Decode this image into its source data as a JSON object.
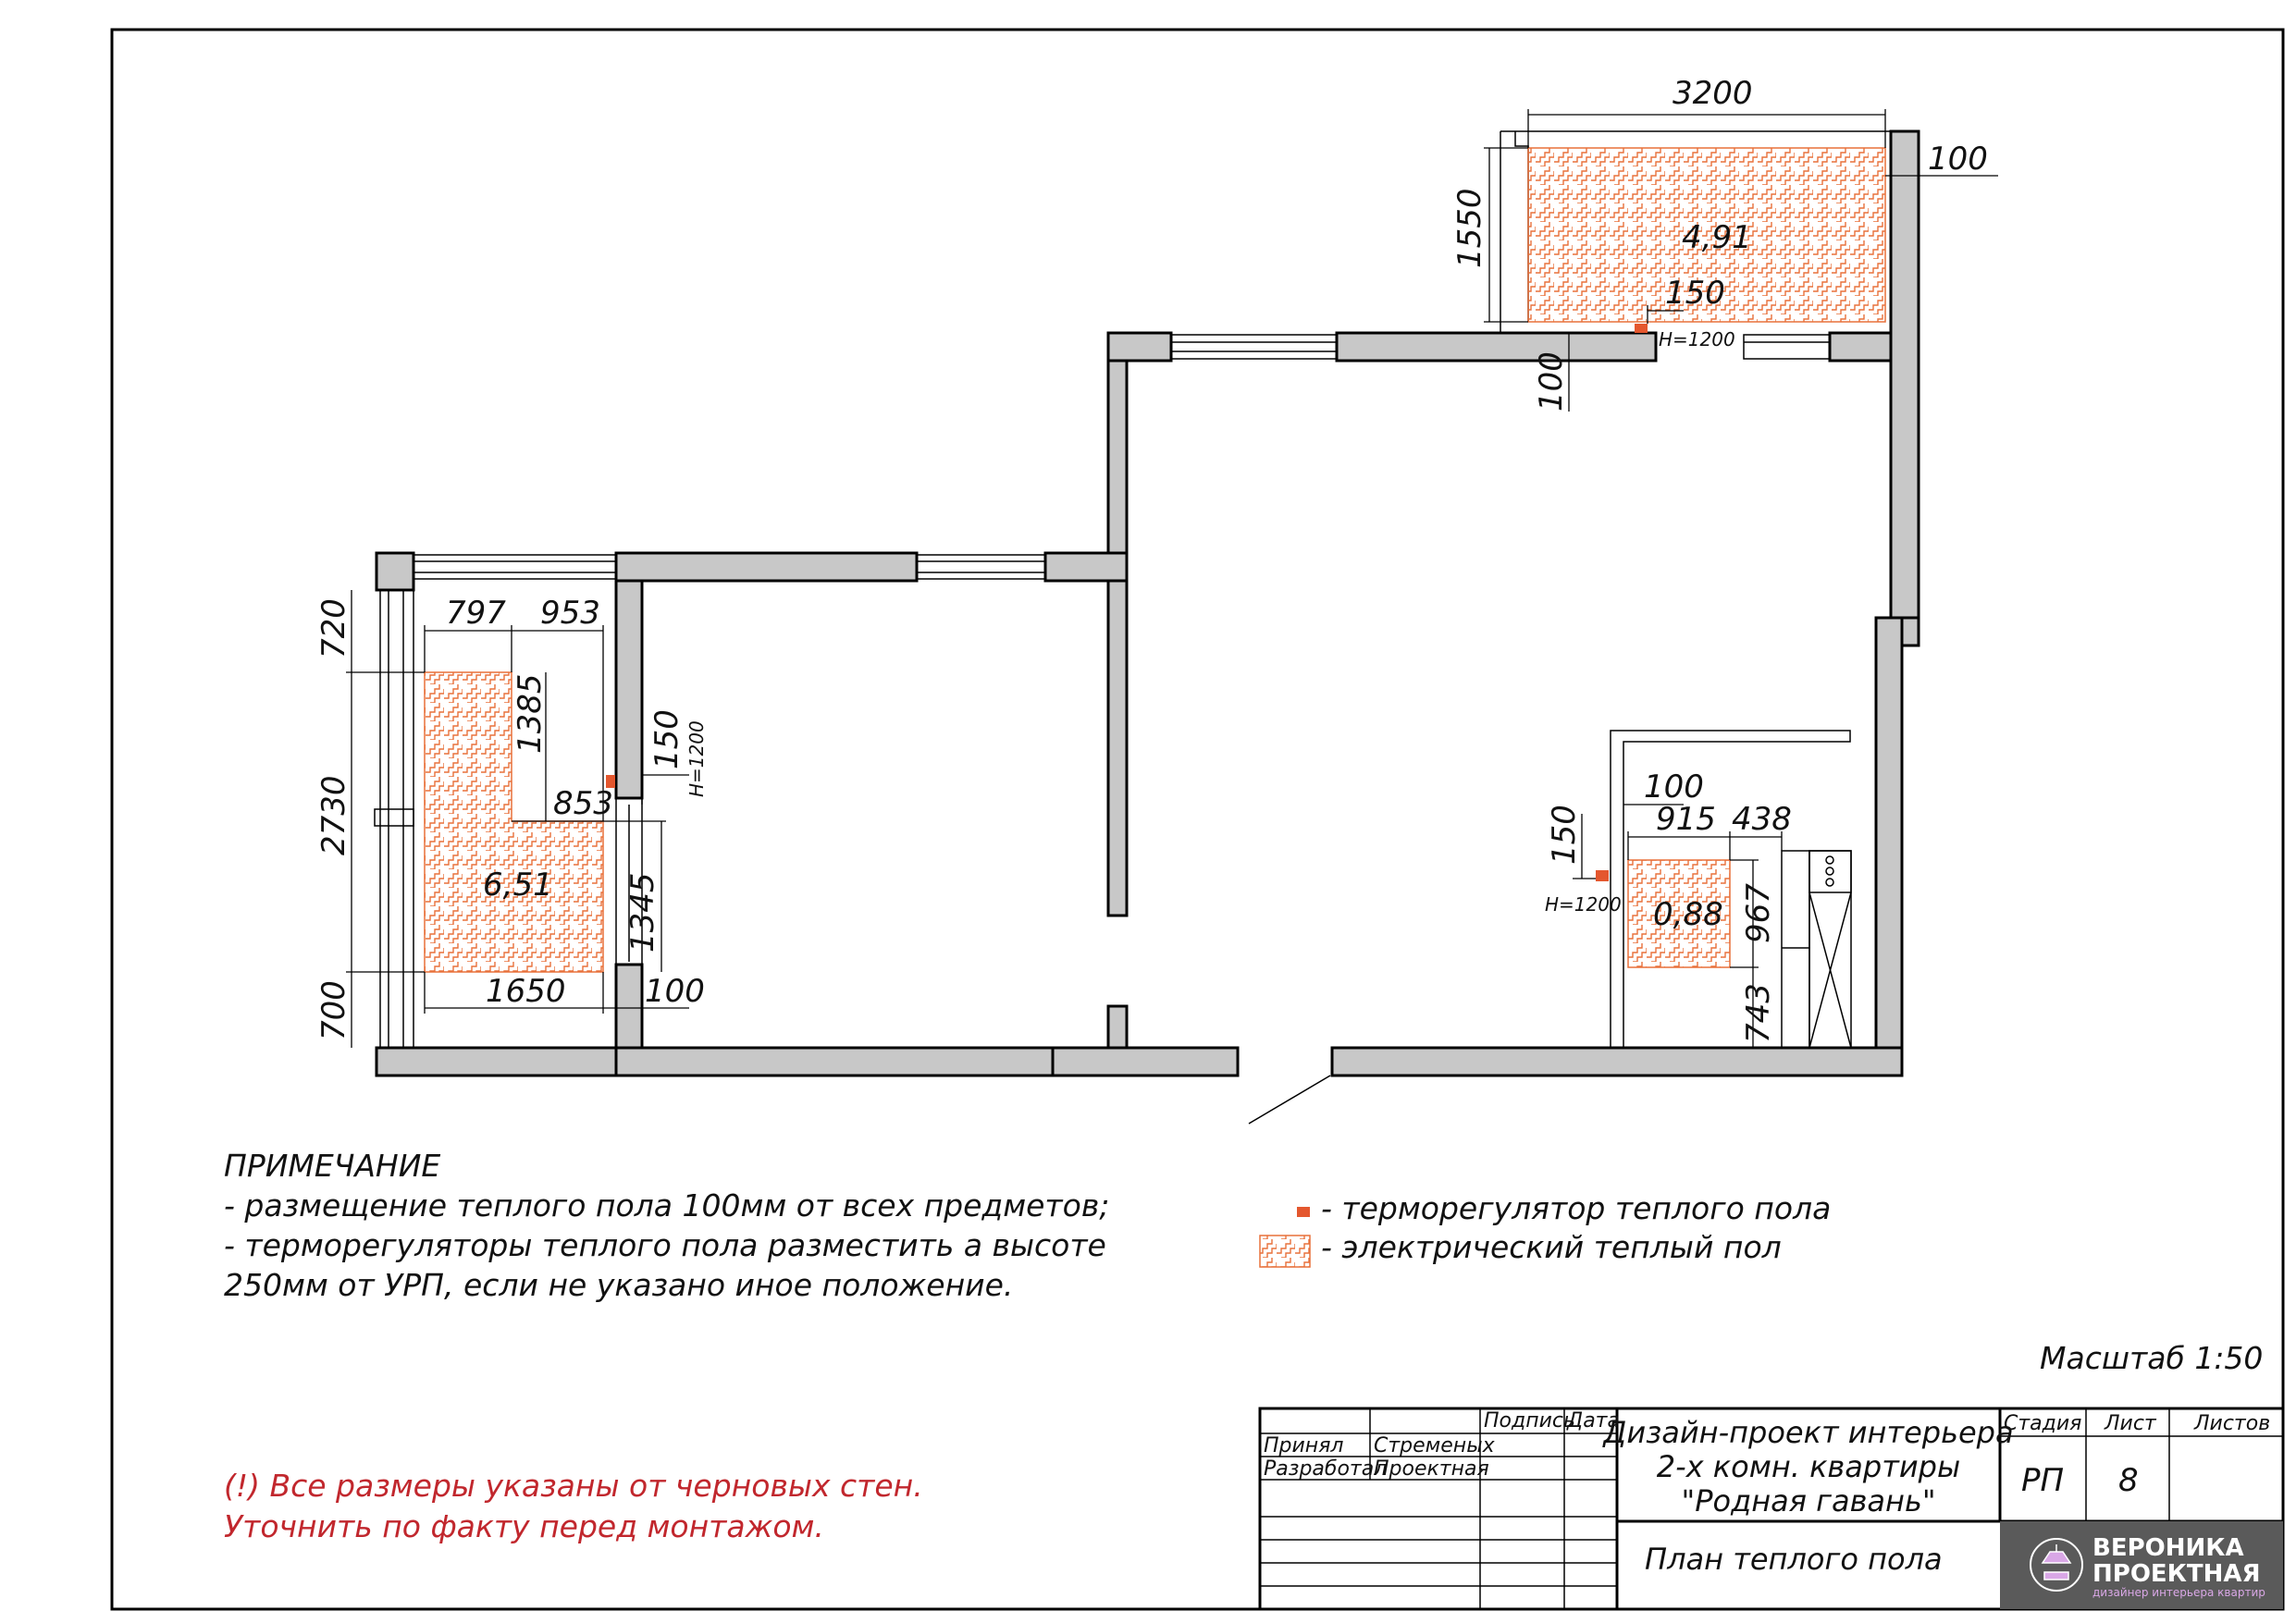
{
  "plan": {
    "areas": {
      "balcony": "4,91",
      "living_room": "6,51",
      "bathroom": "0,88"
    },
    "dimensions": {
      "balcony_width": "3200",
      "balcony_height": "1550",
      "balcony_gap_right": "100",
      "balcony_gap_bottom": "100",
      "balcony_thermostat_offset": "150",
      "balcony_thermostat_height": "H=1200",
      "left_top": "720",
      "left_middle": "2730",
      "left_bottom": "700",
      "left_w1": "797",
      "left_w2": "953",
      "left_notch_h": "1385",
      "left_notch_w": "853",
      "left_lower_h": "1345",
      "left_bottom_w": "1650",
      "left_gap_right": "100",
      "left_thermostat_offset": "150",
      "left_thermostat_height": "H=1200",
      "bath_gap_top": "100",
      "bath_w1": "915",
      "bath_w2": "438",
      "bath_h1": "967",
      "bath_h2": "743",
      "bath_thermostat_offset": "150",
      "bath_thermostat_height": "H=1200"
    }
  },
  "notes": {
    "title": "ПРИМЕЧАНИЕ",
    "line1": "- размещение теплого пола 100мм от всех предметов;",
    "line2": "- терморегуляторы теплого пола разместить а высоте",
    "line3": "250мм от УРП, если не указано иное положение."
  },
  "legend": {
    "thermostat": "- терморегулятор теплого пола",
    "heated_floor": "- электрический теплый пол"
  },
  "warning": {
    "line1": "(!) Все размеры указаны от черновых стен.",
    "line2": "Уточнить по факту перед монтажом."
  },
  "scale": "Масштаб 1:50",
  "title_block": {
    "col_signature": "Подпись",
    "col_date": "Дата",
    "row1_role": "Принял",
    "row1_name": "Стременых",
    "row2_role": "Разработал",
    "row2_name": "Проектная",
    "project_line1": "Дизайн-проект интерьера",
    "project_line2": "2-х комн. квартиры",
    "project_line3": "\"Родная гавань\"",
    "stage_label": "Стадия",
    "sheet_label": "Лист",
    "sheets_label": "Листов",
    "stage_value": "РП",
    "sheet_value": "8",
    "drawing_title": "План теплого пола",
    "logo_line1": "ВЕРОНИКА",
    "logo_line2": "ПРОЕКТНАЯ",
    "logo_line3": "дизайнер интерьера квартир"
  },
  "colors": {
    "heated_floor": "#e8703a",
    "thermostat": "#e4572e",
    "wall_fill": "#c8c8c8",
    "warning_text": "#c1272d",
    "logo_bg": "#5a5a5a"
  }
}
